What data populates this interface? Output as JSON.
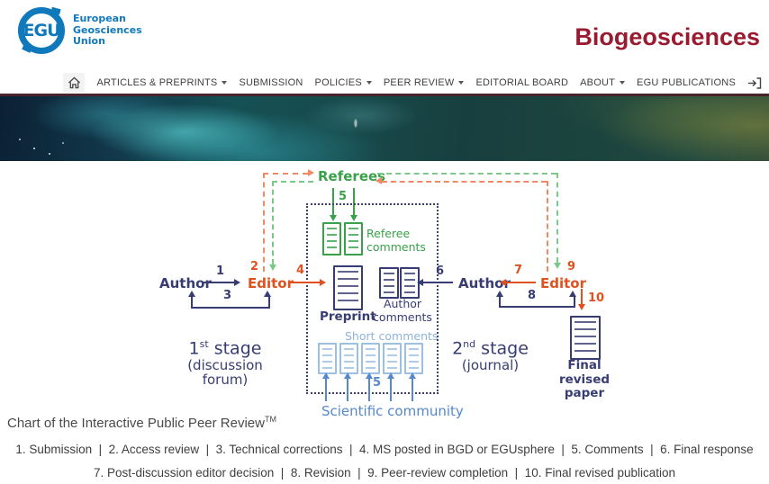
{
  "header": {
    "logo_acronym": "EGU",
    "logo_org_lines": [
      "European",
      "Geosciences",
      "Union"
    ],
    "journal_title": "Biogeosciences"
  },
  "nav": {
    "items": [
      {
        "label": "ARTICLES & PREPRINTS",
        "has_dropdown": true
      },
      {
        "label": "SUBMISSION",
        "has_dropdown": false
      },
      {
        "label": "POLICIES",
        "has_dropdown": true
      },
      {
        "label": "PEER REVIEW",
        "has_dropdown": true
      },
      {
        "label": "EDITORIAL BOARD",
        "has_dropdown": false
      },
      {
        "label": "ABOUT",
        "has_dropdown": true
      },
      {
        "label": "EGU PUBLICATIONS",
        "has_dropdown": false
      }
    ]
  },
  "diagram": {
    "referees": "Referees",
    "referee_comments": [
      "Referee",
      "comments"
    ],
    "author_stage1": "Author",
    "editor_stage1": "Editor",
    "preprint": "Preprint",
    "author_comments": [
      "Author",
      "comments"
    ],
    "author_stage2": "Author",
    "editor_stage2": "Editor",
    "short_comments": "Short comments",
    "scientific_community": "Scientific community",
    "final_paper": [
      "Final",
      "revised",
      "paper"
    ],
    "stage1": {
      "num": "1",
      "sup": "st",
      "rest": " stage",
      "sub1": "(discussion",
      "sub2": "forum)"
    },
    "stage2": {
      "num": "2",
      "sup": "nd",
      "rest": " stage",
      "sub1": "(journal)"
    },
    "steps": [
      "1",
      "2",
      "3",
      "4",
      "5",
      "6",
      "7",
      "8",
      "9",
      "10"
    ],
    "colors": {
      "navy": "#373d72",
      "orange": "#e0511f",
      "green": "#38a14a",
      "light_blue": "#8fb3da",
      "sky_blue": "#5688cf"
    }
  },
  "caption": {
    "text": "Chart of the Interactive Public Peer Review",
    "tm": "TM"
  },
  "legend": {
    "separator": "|",
    "line1_items": [
      "1. Submission",
      "2. Access review",
      "3. Technical corrections",
      "4. MS posted in BGD or EGUsphere",
      "5. Comments",
      "6. Final response"
    ],
    "line2_items": [
      "7. Post-discussion editor decision",
      "8. Revision",
      "9. Peer-review completion",
      "10. Final revised publication"
    ]
  },
  "brand": {
    "logo_blue": "#0f79bc",
    "title_red": "#9a1b2f"
  }
}
